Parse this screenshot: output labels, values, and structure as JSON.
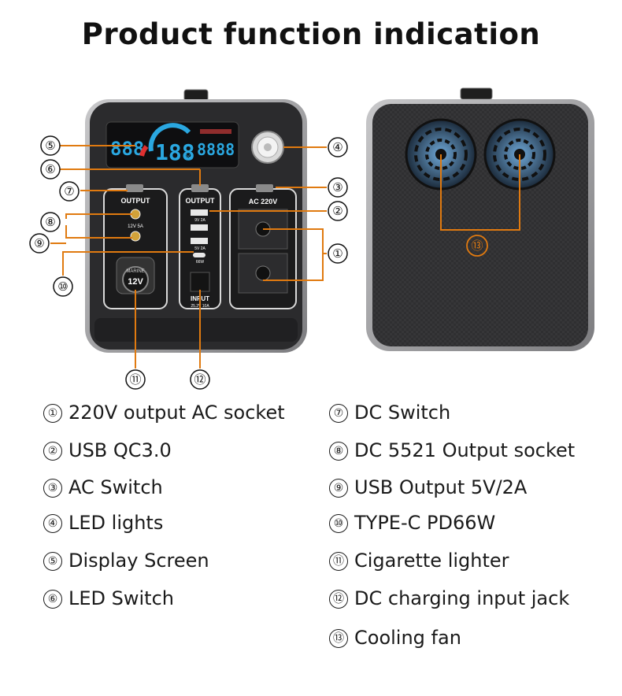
{
  "title": "Product function indication",
  "colors": {
    "callout_line": "#e07a10",
    "device_body": "#2b2b2d",
    "device_frame": "#9a9a9c",
    "panel_border": "#d9d9d9",
    "display_blue": "#2aa7e0"
  },
  "front_panel": {
    "output_left": "OUTPUT",
    "dc_spec": "12V 5A",
    "usb_left_spec_1": "9V 2A",
    "usb_left_spec_2": "5V 2A",
    "typec_spec": "66W",
    "output_middle": "OUTPUT",
    "input_label": "INPUT",
    "input_spec": "25.2V 10A",
    "ac_label": "AC 220V",
    "cig_top": "MARINE",
    "cig_main": "12V",
    "display_left": "888",
    "display_mid": "188",
    "display_unit": "%",
    "display_right": "8888"
  },
  "callouts": {
    "c1": "①",
    "c2": "②",
    "c3": "③",
    "c4": "④",
    "c5": "⑤",
    "c6": "⑥",
    "c7": "⑦",
    "c8": "⑧",
    "c9": "⑨",
    "c10": "⑩",
    "c11": "⑪",
    "c12": "⑫",
    "c13": "⑬"
  },
  "legend": [
    {
      "num": "①",
      "text": "220V output AC socket"
    },
    {
      "num": "②",
      "text": "USB QC3.0"
    },
    {
      "num": "③",
      "text": "AC Switch"
    },
    {
      "num": "④",
      "text": "LED lights"
    },
    {
      "num": "⑤",
      "text": "Display Screen"
    },
    {
      "num": "⑥",
      "text": "LED Switch"
    },
    {
      "num": "⑦",
      "text": "DC Switch"
    },
    {
      "num": "⑧",
      "text": "DC 5521 Output socket"
    },
    {
      "num": "⑨",
      "text": "USB Output 5V/2A"
    },
    {
      "num": "⑩",
      "text": "TYPE-C PD66W"
    },
    {
      "num": "⑪",
      "text": "Cigarette lighter"
    },
    {
      "num": "⑫",
      "text": "DC charging input jack"
    },
    {
      "num": "⑬",
      "text": "Cooling fan"
    }
  ]
}
